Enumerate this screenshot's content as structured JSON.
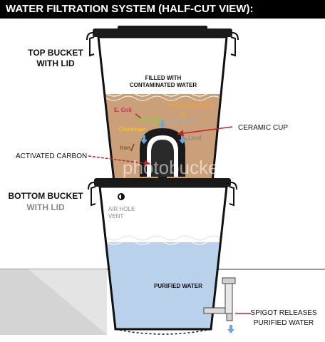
{
  "title": "WATER FILTRATION SYSTEM (HALF-CUT VIEW):",
  "top_bucket": {
    "line1": "TOP BUCKET",
    "line2": "WITH LID"
  },
  "bottom_bucket": {
    "line1": "BOTTOM BUCKET",
    "line2": "WITH LID"
  },
  "contaminated": {
    "line1": "FILLED WITH",
    "line2": "CONTAMINATED WATER"
  },
  "contaminants": {
    "ecoli": "E. Coli",
    "salmonella": "Salmonella Typhi",
    "pesticides": "Pesticides",
    "aluminum": "Aluminum",
    "cholerae": "Cholerae",
    "lead": "Lead",
    "iron": "Iron"
  },
  "ceramic_cup": "CERAMIC CUP",
  "activated_carbon": "ACTIVATED CARBON",
  "air_hole": {
    "line1": "AIR HOLE",
    "line2": "VENT"
  },
  "purified_water": "PURIFIED WATER",
  "spigot": {
    "line1": "SPIGOT RELEASES",
    "line2": "PURIFIED WATER"
  },
  "watermark": "photobucket",
  "colors": {
    "contaminated": "#c9a079",
    "purified": "#b9d1ea",
    "callout_line": "#c0222a",
    "ecoli": "#e0245e",
    "salmonella": "#f2a33a",
    "pesticides": "#8cc63f",
    "aluminum": "#aaaaaa",
    "cholerae": "#f7c21a",
    "lead": "#8a8a8a",
    "iron": "#7a5a3a",
    "arrow": "#6ea6d8"
  }
}
